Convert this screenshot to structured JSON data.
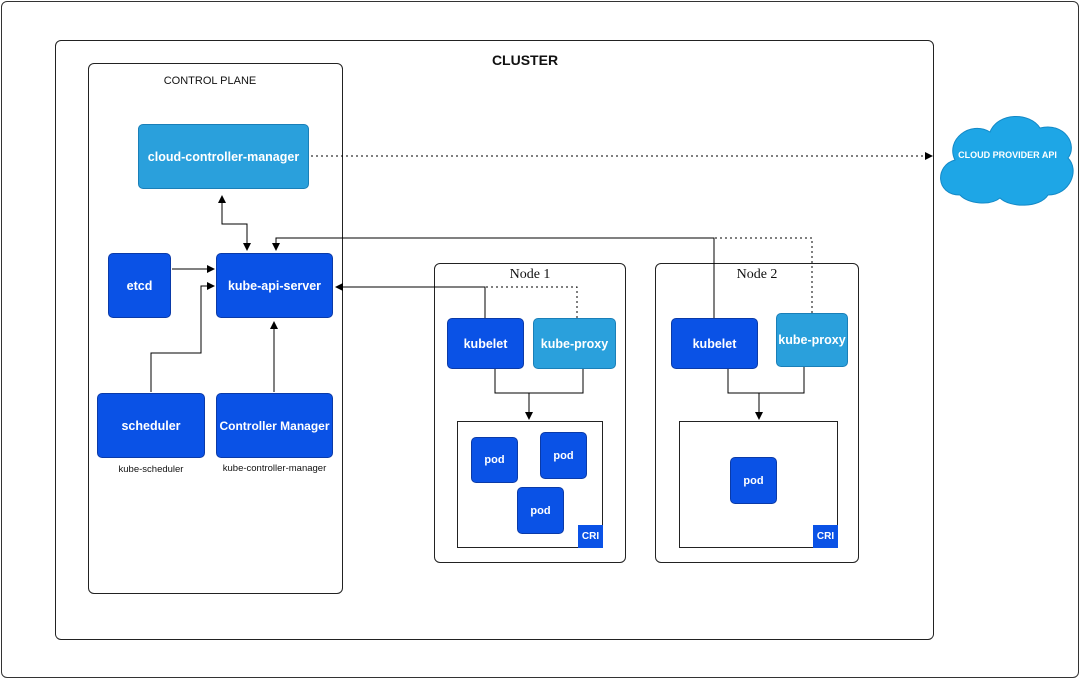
{
  "diagram": {
    "cluster_title": "CLUSTER",
    "control_plane": {
      "title": "CONTROL PLANE",
      "cloud_controller_manager": "cloud-controller-manager",
      "etcd": "etcd",
      "kube_api_server": "kube-api-server",
      "scheduler": "scheduler",
      "scheduler_caption": "kube-scheduler",
      "controller_manager": "Controller Manager",
      "controller_manager_caption": "kube-controller-manager"
    },
    "cloud_provider": "CLOUD PROVIDER API",
    "node1": {
      "title": "Node 1",
      "kubelet": "kubelet",
      "kube_proxy": "kube-proxy",
      "pods": [
        "pod",
        "pod",
        "pod"
      ],
      "cri": "CRI"
    },
    "node2": {
      "title": "Node 2",
      "kubelet": "kubelet",
      "kube_proxy": "kube-proxy",
      "pods": [
        "pod"
      ],
      "cri": "CRI"
    }
  },
  "colors": {
    "component_dark": "#0a52e6",
    "component_light": "#2aa0dc",
    "cloud": "#1ea6e6",
    "border": "#222222"
  }
}
